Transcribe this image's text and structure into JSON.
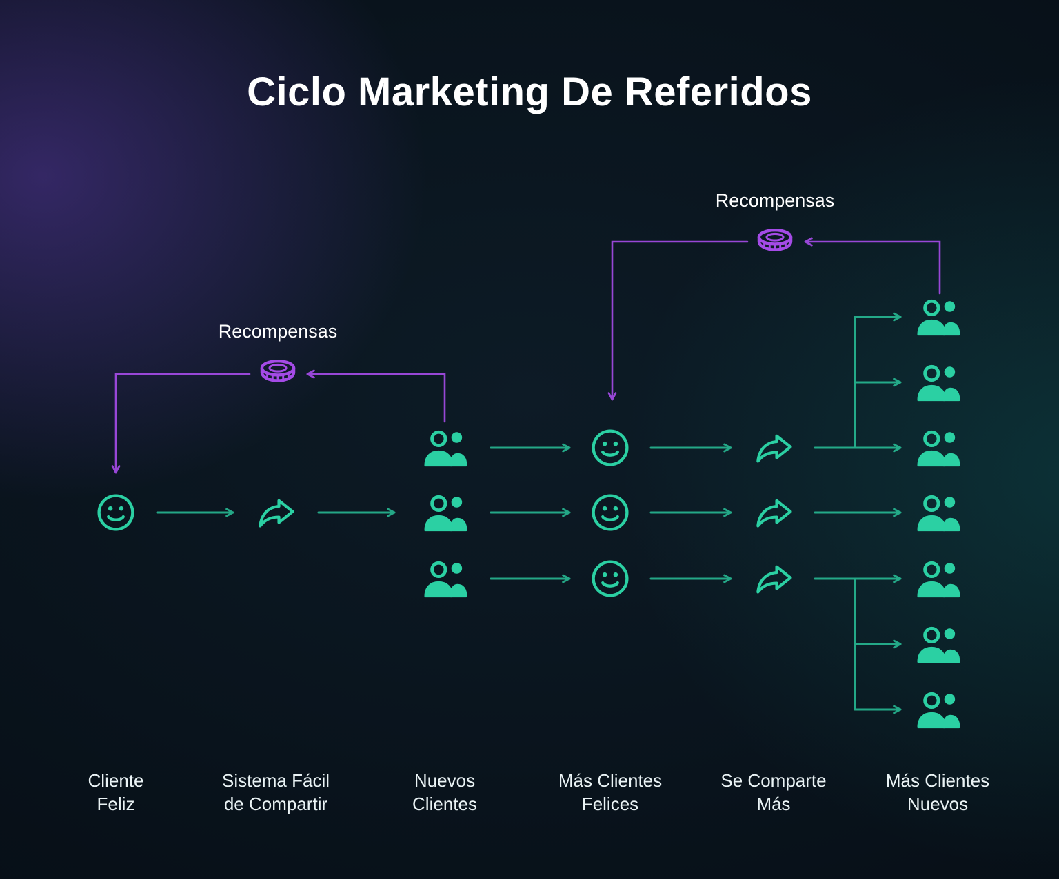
{
  "title": "Ciclo Marketing De Referidos",
  "colors": {
    "teal": "#2BD0A3",
    "purple": "#A44BE6",
    "title_color": "#FFFFFF",
    "label_color": "#EAF3F5",
    "background": "#0A1520"
  },
  "rewards": [
    {
      "label": "Recompensas"
    },
    {
      "label": "Recompensas"
    }
  ],
  "columns": [
    {
      "id": "cliente-feliz",
      "line1": "Cliente",
      "line2": "Feliz"
    },
    {
      "id": "sistema-facil",
      "line1": "Sistema Fácil",
      "line2": "de Compartir"
    },
    {
      "id": "nuevos-clientes",
      "line1": "Nuevos",
      "line2": "Clientes"
    },
    {
      "id": "mas-clientes-felices",
      "line1": "Más Clientes",
      "line2": "Felices"
    },
    {
      "id": "se-comparte-mas",
      "line1": "Se Comparte",
      "line2": "Más"
    },
    {
      "id": "mas-clientes-nuevos",
      "line1": "Más Clientes",
      "line2": "Nuevos"
    }
  ],
  "icons": {
    "smiley-icon": "happy face outline",
    "share-icon": "forward share arrow",
    "users-icon": "two customers",
    "coin-icon": "reward coin"
  }
}
